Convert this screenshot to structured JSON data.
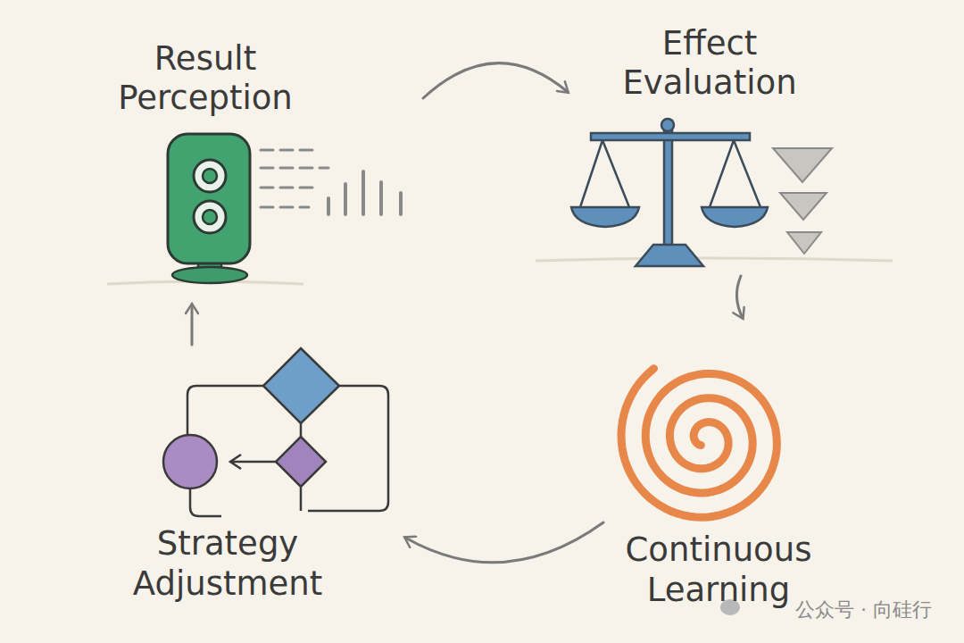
{
  "diagram": {
    "nodes": [
      {
        "text": [
          "Result Perception"
        ]
      },
      {
        "text": [
          "Effect Evaluation"
        ]
      },
      {
        "text": [
          "Continuous Learning"
        ]
      },
      {
        "text": [
          "Strategy Adjustment"
        ]
      }
    ],
    "edges": [
      {
        "from": 0,
        "to": 1,
        "arrow": "to"
      },
      {
        "from": 1,
        "to": 2,
        "arrow": "to"
      },
      {
        "from": 2,
        "to": 3,
        "arrow": "to"
      },
      {
        "from": 3,
        "to": 0,
        "arrow": "to"
      }
    ],
    "labels": [
      "公众号 · 向硅行"
    ]
  }
}
